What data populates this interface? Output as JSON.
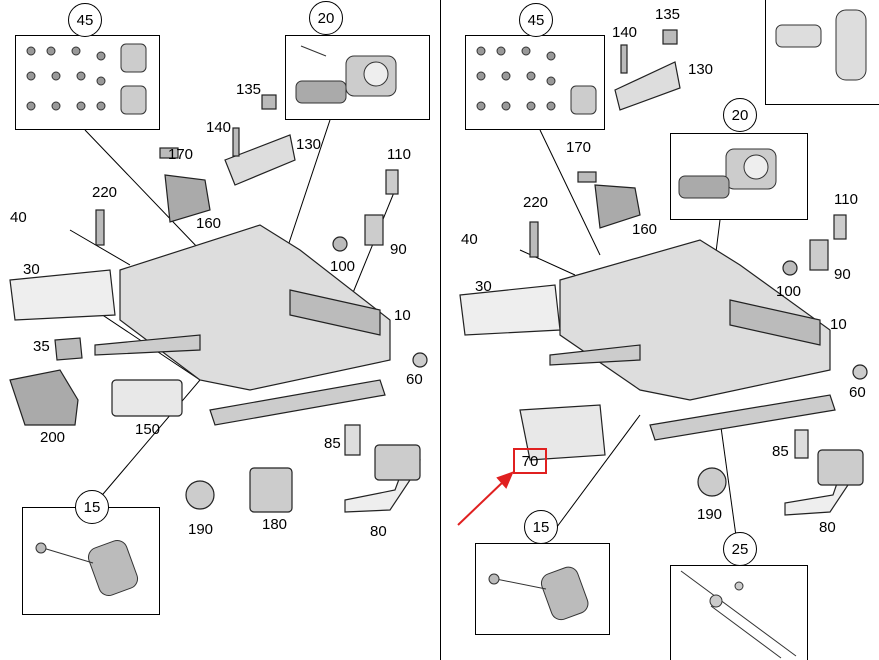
{
  "left_panel": {
    "callouts": [
      "45",
      "20",
      "135",
      "140",
      "130",
      "170",
      "110",
      "220",
      "160",
      "40",
      "90",
      "100",
      "30",
      "10",
      "35",
      "60",
      "200",
      "150",
      "85",
      "15",
      "190",
      "180",
      "80"
    ]
  },
  "right_panel": {
    "callouts": [
      "45",
      "140",
      "135",
      "130",
      "20",
      "170",
      "110",
      "220",
      "160",
      "40",
      "90",
      "100",
      "30",
      "10",
      "60",
      "70",
      "85",
      "190",
      "80",
      "15",
      "25"
    ],
    "highlighted_part": "70",
    "highlight_color": "#e02020"
  }
}
